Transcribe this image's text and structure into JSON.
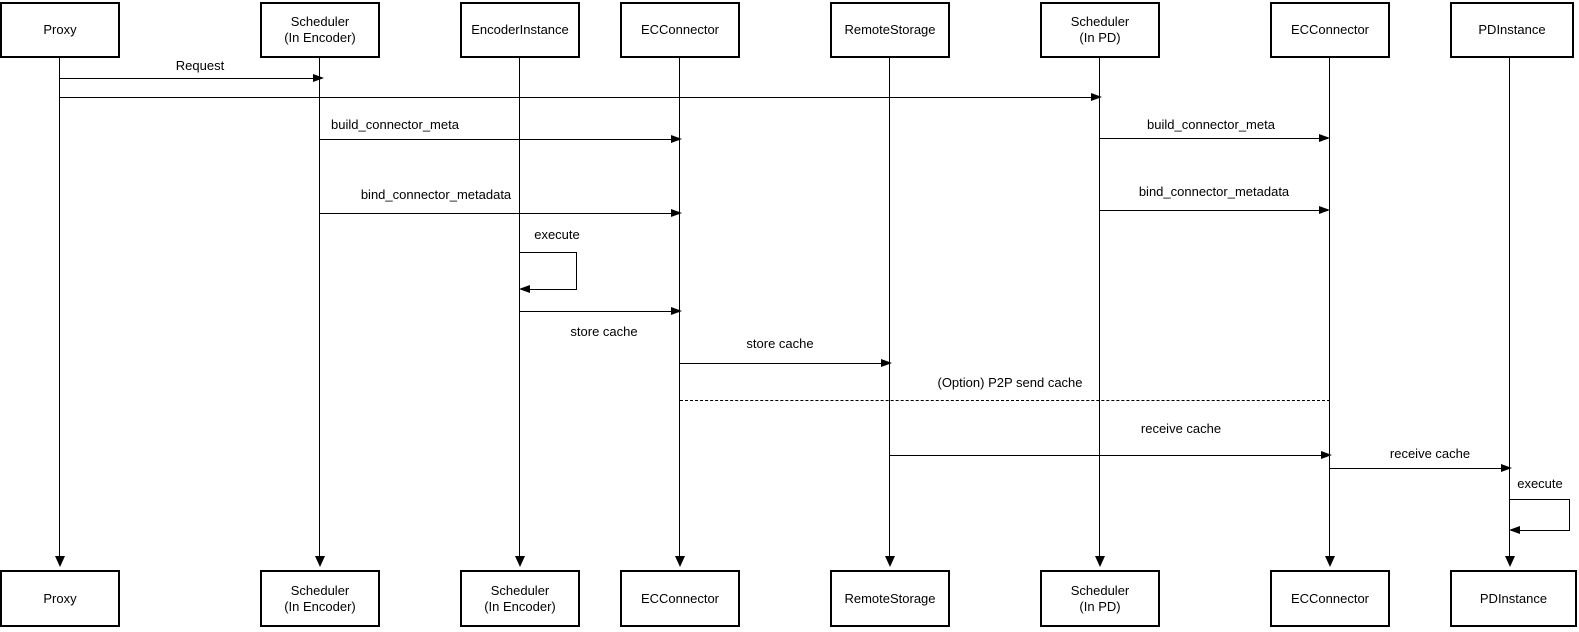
{
  "diagram_type": "sequence-diagram",
  "colors": {
    "background": "#ffffff",
    "line": "#000000",
    "text": "#000000"
  },
  "participants": [
    {
      "id": "proxy",
      "top": [
        "Proxy"
      ],
      "bottom": [
        "Proxy"
      ]
    },
    {
      "id": "scheduler-encoder",
      "top": [
        "Scheduler",
        "(In Encoder)"
      ],
      "bottom": [
        "Scheduler",
        "(In Encoder)"
      ]
    },
    {
      "id": "encoder-instance",
      "top": [
        "EncoderInstance"
      ],
      "bottom": [
        "Scheduler",
        "(In Encoder)"
      ]
    },
    {
      "id": "ec-connector-encoder",
      "top": [
        "ECConnector"
      ],
      "bottom": [
        "ECConnector"
      ]
    },
    {
      "id": "remote-storage",
      "top": [
        "RemoteStorage"
      ],
      "bottom": [
        "RemoteStorage"
      ]
    },
    {
      "id": "scheduler-pd",
      "top": [
        "Scheduler",
        "(In PD)"
      ],
      "bottom": [
        "Scheduler",
        "(In PD)"
      ]
    },
    {
      "id": "ec-connector-pd",
      "top": [
        "ECConnector"
      ],
      "bottom": [
        "ECConnector"
      ]
    },
    {
      "id": "pd-instance",
      "top": [
        "PDInstance"
      ],
      "bottom": [
        "PDInstance"
      ]
    }
  ],
  "messages": {
    "request": "Request",
    "build_connector_meta_encoder": "build_connector_meta",
    "build_connector_meta_pd": "build_connector_meta",
    "bind_connector_metadata_encoder": "bind_connector_metadata",
    "bind_connector_metadata_pd": "bind_connector_metadata",
    "execute_encoder": "execute",
    "store_cache_encoder": "store cache",
    "store_cache_remote": "store cache",
    "p2p_send_cache": "(Option) P2P send cache",
    "receive_cache_remote": "receive cache",
    "receive_cache_pd": "receive cache",
    "execute_pd": "execute"
  }
}
